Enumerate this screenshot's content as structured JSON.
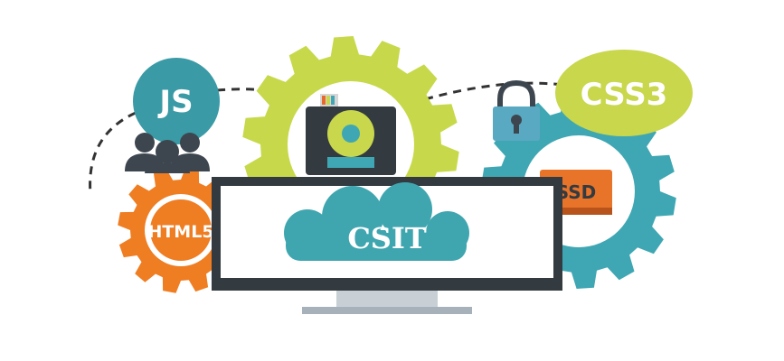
{
  "labels": {
    "js": "JS",
    "css3": "CSS3",
    "html5": "HTML5",
    "ssd": "SSD",
    "center": "CSIT"
  },
  "colors": {
    "gear_green": "#c7d94a",
    "gear_orange": "#ef7d22",
    "gear_teal": "#3fa7b3",
    "bubble_teal": "#3a9aa6",
    "bubble_lime": "#c8d74c",
    "ssd_orange": "#e8742a",
    "monitor_dark": "#333a40",
    "cloud_teal": "#3fa6b0",
    "lock_teal": "#5aa9c2",
    "people_dark": "#3d464f"
  },
  "icons": [
    "users-icon",
    "lock-icon",
    "hard-drive-icon",
    "cloud-icon",
    "monitor-icon",
    "gear-icon"
  ]
}
